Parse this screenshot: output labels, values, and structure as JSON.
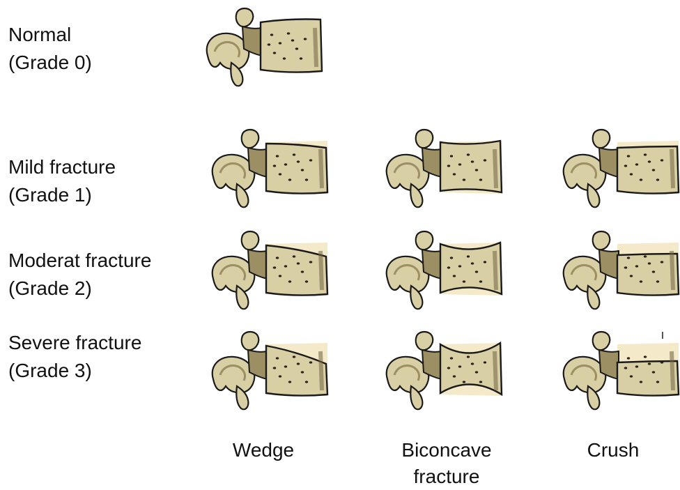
{
  "rows": [
    {
      "label_line1": "Normal",
      "label_line2": "(Grade 0)"
    },
    {
      "label_line1": "Mild fracture",
      "label_line2": "(Grade 1)"
    },
    {
      "label_line1": "Moderat fracture",
      "label_line2": "(Grade 2)"
    },
    {
      "label_line1": "Severe fracture",
      "label_line2": "(Grade 3)"
    }
  ],
  "columns": [
    {
      "label_line1": "Wedge",
      "label_line2": ""
    },
    {
      "label_line1": "Biconcave",
      "label_line2": "fracture"
    },
    {
      "label_line1": "Crush",
      "label_line2": ""
    }
  ],
  "colors": {
    "bone": "#d9cfa4",
    "bone_dark": "#9c8f63",
    "bone_shadow": "#6f6440",
    "outline": "#1a1a1a",
    "ghost": "#f4e9c8",
    "pore": "#2a2418"
  }
}
